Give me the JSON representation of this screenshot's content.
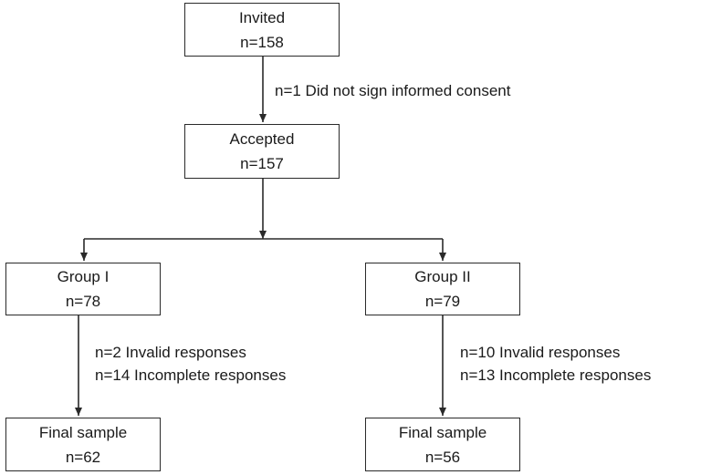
{
  "boxes": {
    "invited": {
      "label": "Invited",
      "count": "n=158"
    },
    "accepted": {
      "label": "Accepted",
      "count": "n=157"
    },
    "group1": {
      "label": "Group I",
      "count": "n=78"
    },
    "group2": {
      "label": "Group II",
      "count": "n=79"
    },
    "final1": {
      "label": "Final sample",
      "count": "n=62"
    },
    "final2": {
      "label": "Final sample",
      "count": "n=56"
    }
  },
  "exclusions": {
    "consent": "n=1 Did not sign informed consent",
    "group1": [
      "n=2 Invalid responses",
      "n=14 Incomplete responses"
    ],
    "group2": [
      "n=10 Invalid responses",
      "n=13 Incomplete responses"
    ]
  }
}
